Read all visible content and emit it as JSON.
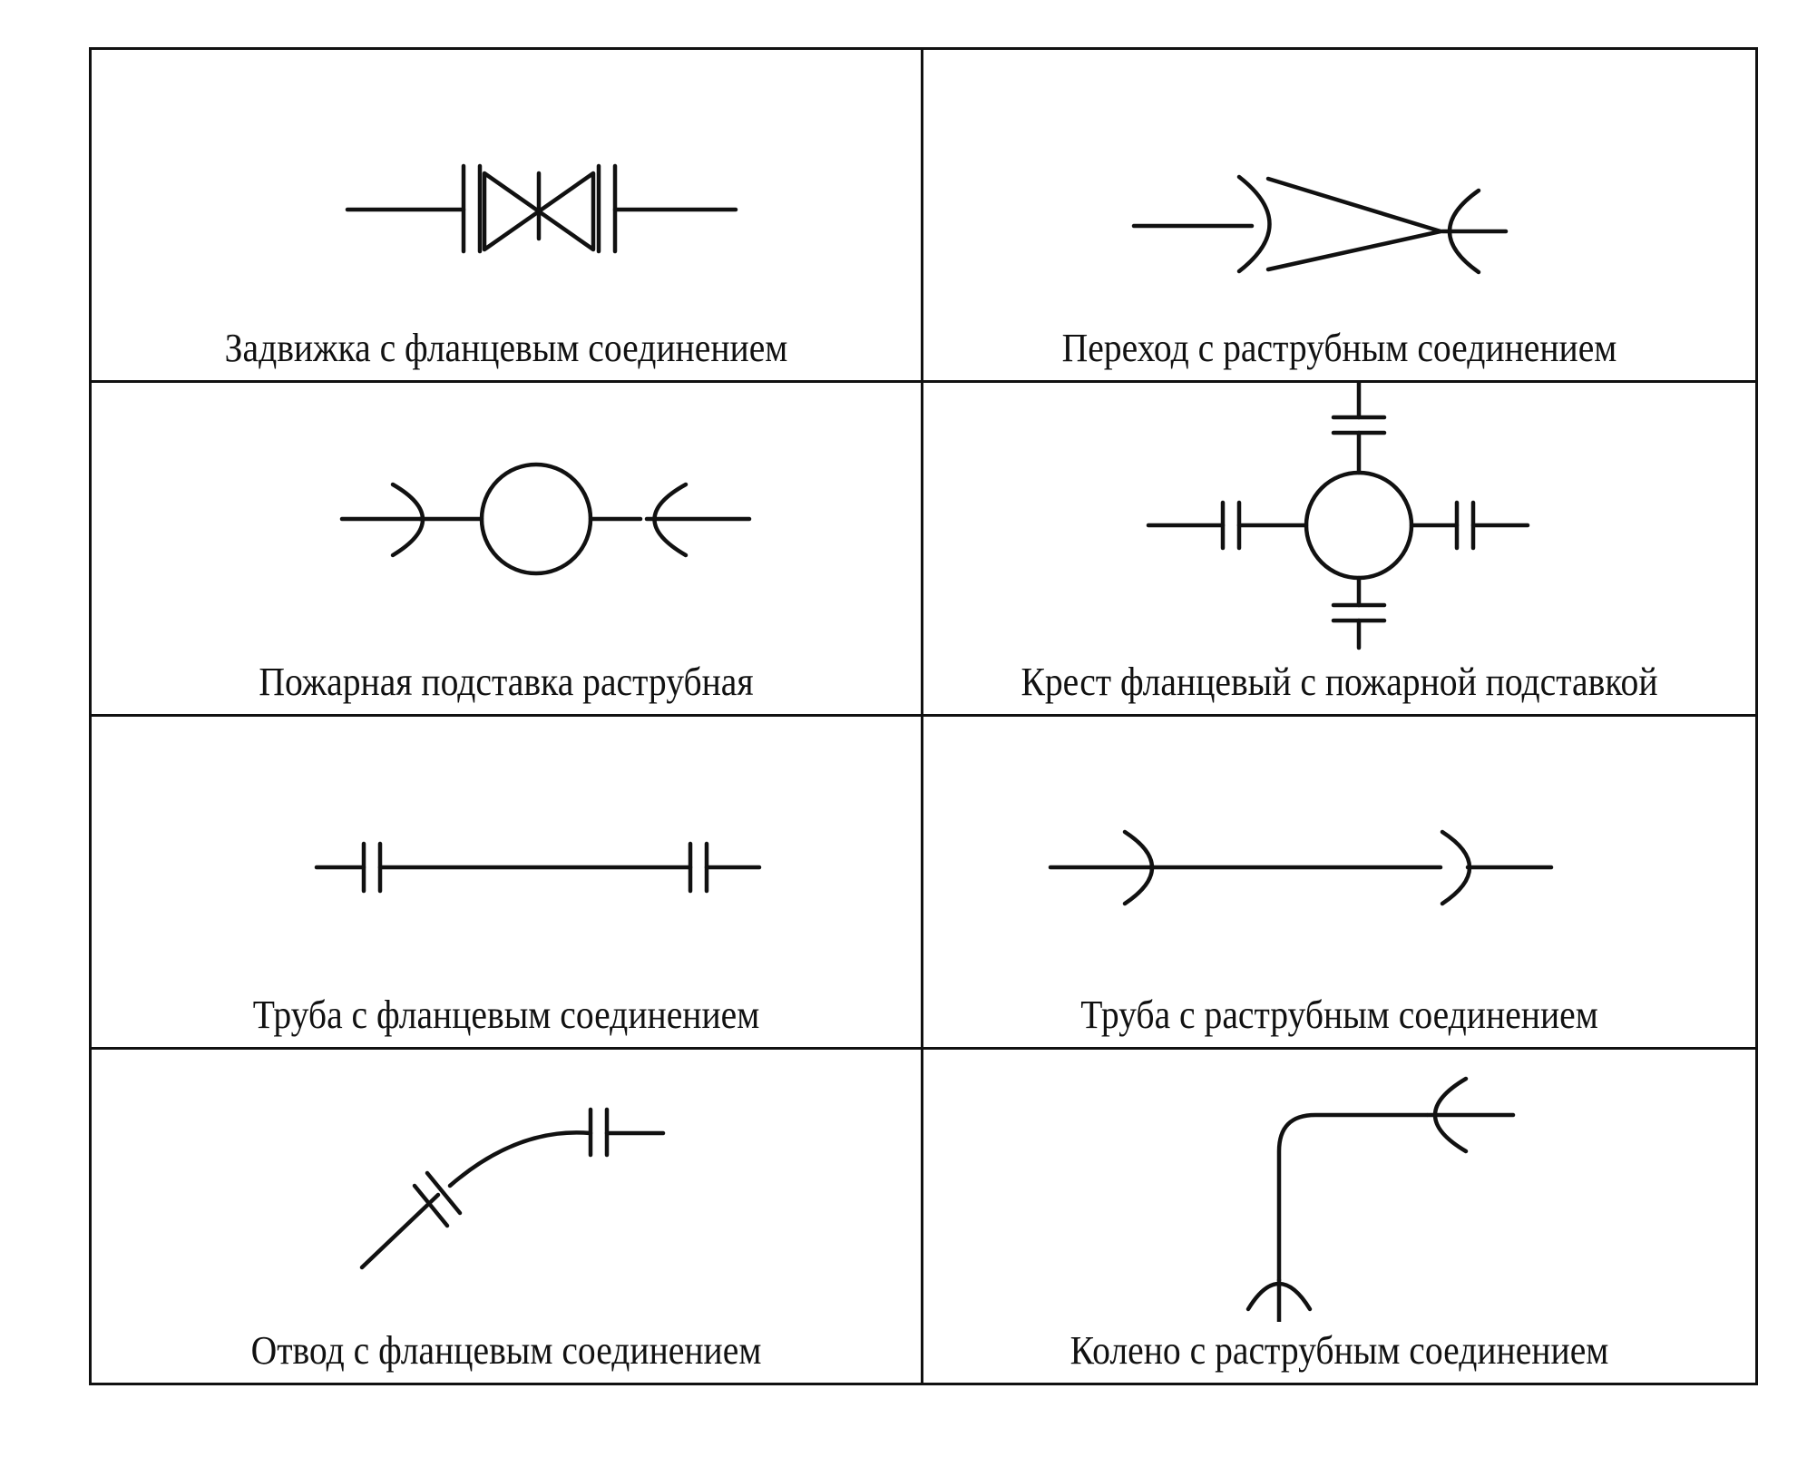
{
  "symbols": [
    {
      "id": "gate-valve-flanged",
      "symbol_icon": "gate-valve-flanged-icon",
      "caption": "Задвижка с фланцевым соединением"
    },
    {
      "id": "reducer-socket",
      "symbol_icon": "reducer-socket-icon",
      "caption": "Переход с раструбным соединением"
    },
    {
      "id": "fire-stand-socket",
      "symbol_icon": "fire-hydrant-stand-socket-icon",
      "caption": "Пожарная подставка раструбная"
    },
    {
      "id": "cross-flanged-fire-stand",
      "symbol_icon": "cross-flanged-fire-stand-icon",
      "caption": "Крест фланцевый с пожарной подставкой"
    },
    {
      "id": "pipe-flanged",
      "symbol_icon": "pipe-flanged-icon",
      "caption": "Труба с фланцевым соединением"
    },
    {
      "id": "pipe-socket",
      "symbol_icon": "pipe-socket-icon",
      "caption": "Труба с раструбным соединением"
    },
    {
      "id": "bend-flanged",
      "symbol_icon": "bend-flanged-icon",
      "caption": "Отвод с фланцевым соединением"
    },
    {
      "id": "elbow-socket",
      "symbol_icon": "elbow-socket-icon",
      "caption": "Колено с раструбным соединением"
    }
  ],
  "colors": {
    "ink": "#111111",
    "paper": "#ffffff"
  }
}
